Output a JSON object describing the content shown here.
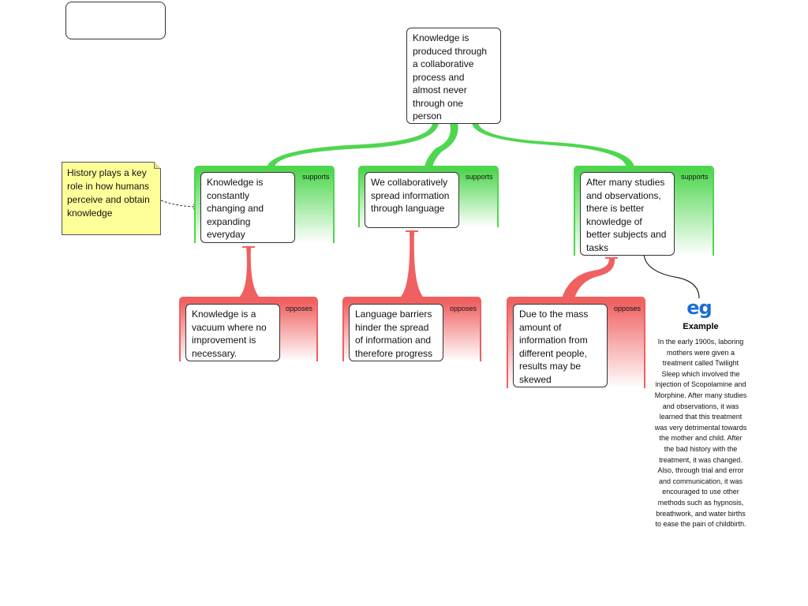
{
  "diagram": {
    "root": "Knowledge is produced through a collaborative process and almost never through one person",
    "supports_label": "supports",
    "opposes_label": "opposes",
    "branches": [
      {
        "support": "Knowledge is constantly changing and expanding everyday",
        "oppose": "Knowledge is a vacuum where no improvement is necessary."
      },
      {
        "support": "We collaboratively spread information through language",
        "oppose": "Language barriers hinder the spread of information and therefore progress"
      },
      {
        "support": "After many studies and observations, there is better knowledge of better subjects and tasks",
        "oppose": "Due to the mass amount of information from different people, results may be skewed"
      }
    ],
    "note": "History plays a key role in how humans perceive and obtain knowledge",
    "example": {
      "icon": "eg",
      "title": "Example",
      "text": "In the early 1900s, laboring mothers were given a treatment called Twilight Sleep which involved the injection of Scopolamine and Morphine. After many studies and observations, it was learned that this treatment was very detrimental towards the mother and child. After the bad history with the treatment, it was changed. Also, through trial and error and communication, it was encouraged to use other methods such as hypnosis, breathwork, and water births to ease the pain of childbirth."
    },
    "colors": {
      "support": "#4fd64f",
      "oppose": "#f06060",
      "note": "#ffff99",
      "example_icon": "#1a6fd6"
    }
  }
}
